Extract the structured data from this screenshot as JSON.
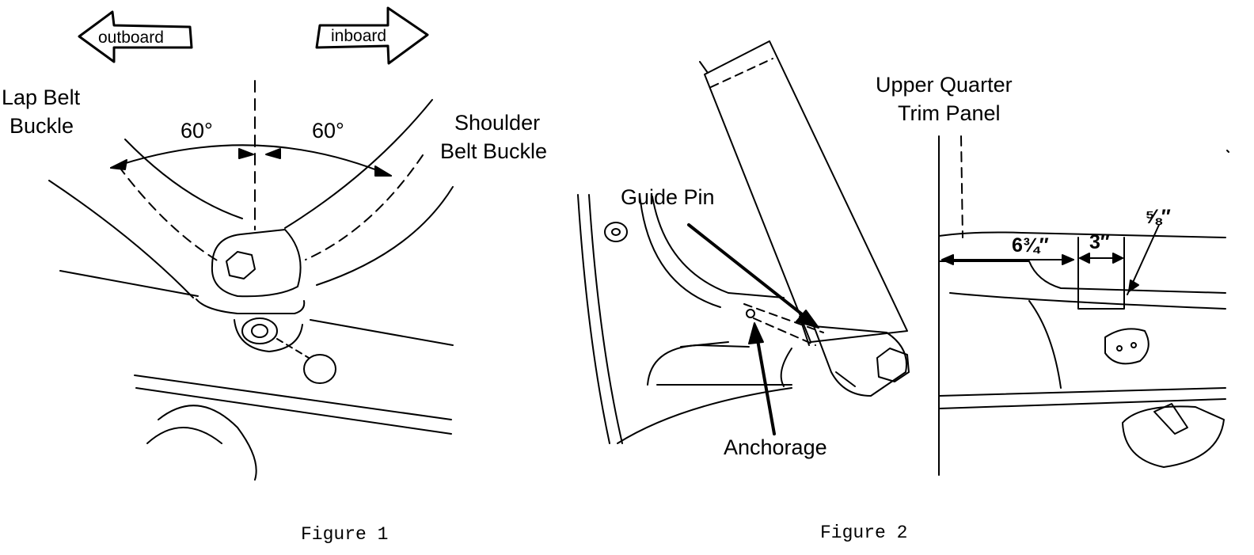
{
  "figure1": {
    "arrow_left": "outboard",
    "arrow_right": "inboard",
    "lap_belt_line1": "Lap Belt",
    "lap_belt_line2": "Buckle",
    "shoulder_line1": "Shoulder",
    "shoulder_line2": "Belt Buckle",
    "angle_left": "60°",
    "angle_right": "60°",
    "caption": "Figure 1"
  },
  "figure2": {
    "guide_pin": "Guide Pin",
    "anchorage": "Anchorage",
    "trim_line1": "Upper Quarter",
    "trim_line2": "Trim Panel",
    "dim_left": "6¾″",
    "dim_mid": "3″",
    "dim_right": "⅝″",
    "caption": "Figure 2"
  }
}
